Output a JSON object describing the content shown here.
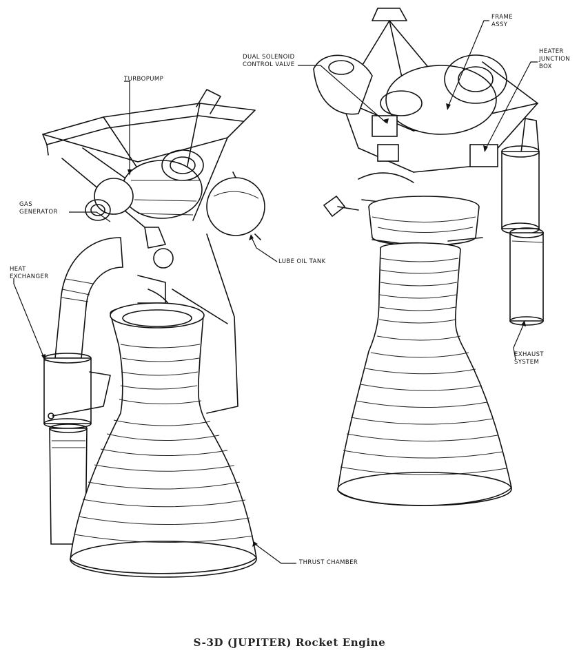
{
  "labels": {
    "turbopump": "TURBOPUMP",
    "gas_generator": [
      "GAS",
      "GENERATOR"
    ],
    "heat_exchanger": [
      "HEAT",
      "EXCHANGER"
    ],
    "lube_oil_tank": "LUBE  OIL TANK",
    "thrust_chamber": "THRUST CHAMBER",
    "dual_solenoid_control_valve": [
      "DUAL SOLENOID",
      "CONTROL VALVE"
    ],
    "frame_assy": [
      "FRAME",
      "ASSY"
    ],
    "heater_junction_box": [
      "HEATER",
      "JUNCTION",
      "BOX"
    ],
    "exhaust_system": [
      "EXHAUST",
      "SYSTEM"
    ]
  },
  "caption": "S-3D (JUPITER) Rocket Engine"
}
